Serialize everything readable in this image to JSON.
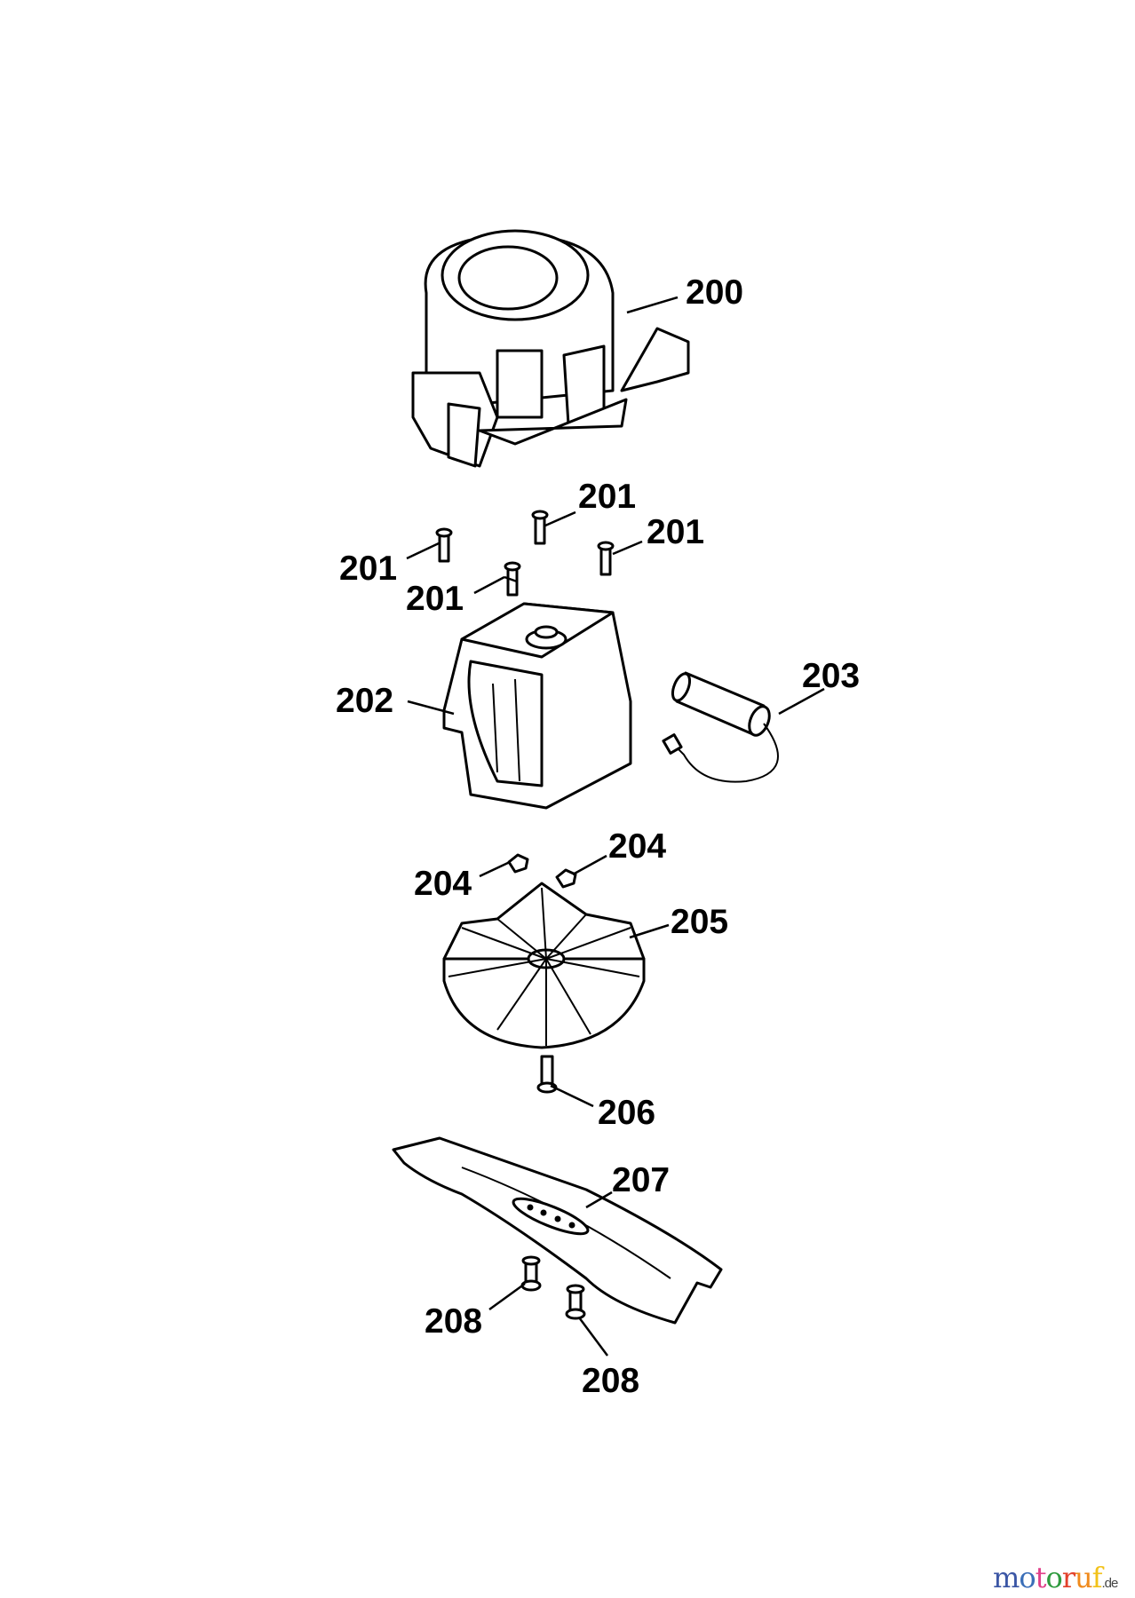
{
  "labels": {
    "p200": "200",
    "p201a": "201",
    "p201b": "201",
    "p201c": "201",
    "p201d": "201",
    "p202": "202",
    "p203": "203",
    "p204a": "204",
    "p204b": "204",
    "p205": "205",
    "p206": "206",
    "p207": "207",
    "p208a": "208",
    "p208b": "208"
  },
  "logo": {
    "letters": [
      "m",
      "o",
      "t",
      "o",
      "r",
      "u",
      "f"
    ],
    "colors": [
      "#3b56a5",
      "#3b6fb8",
      "#e0408a",
      "#2e9a3e",
      "#e2402b",
      "#f08a1c",
      "#f2c21a"
    ],
    "suffix": ".de"
  }
}
